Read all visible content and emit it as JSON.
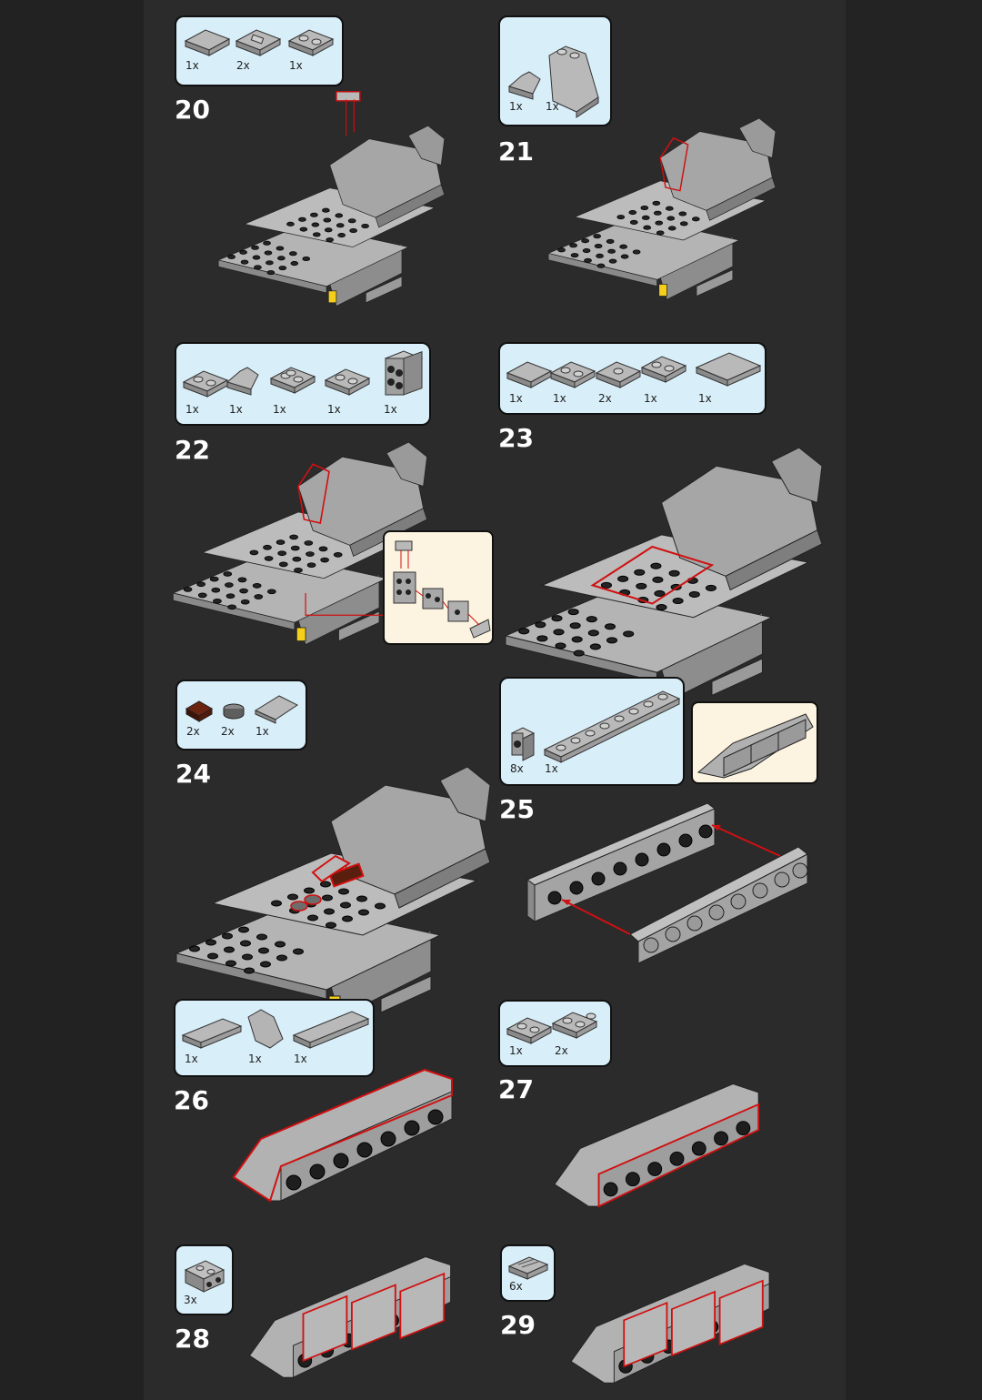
{
  "steps": [
    {
      "number": "20",
      "parts": [
        "1x",
        "2x",
        "1x"
      ]
    },
    {
      "number": "21",
      "parts": [
        "1x",
        "1x"
      ]
    },
    {
      "number": "22",
      "parts": [
        "1x",
        "1x",
        "1x",
        "1x",
        "1x"
      ]
    },
    {
      "number": "23",
      "parts": [
        "1x",
        "1x",
        "2x",
        "1x",
        "1x"
      ]
    },
    {
      "number": "24",
      "parts": [
        "2x",
        "2x",
        "1x"
      ]
    },
    {
      "number": "25",
      "parts": [
        "8x",
        "1x"
      ]
    },
    {
      "number": "26",
      "parts": [
        "1x",
        "1x",
        "1x"
      ]
    },
    {
      "number": "27",
      "parts": [
        "1x",
        "2x"
      ]
    },
    {
      "number": "28",
      "parts": [
        "3x"
      ]
    },
    {
      "number": "29",
      "parts": [
        "6x"
      ]
    }
  ],
  "colors": {
    "background": "#2b2b2b",
    "parts_box": "#d8eef8",
    "sub_box": "#fcf3e0",
    "brick_gray": "#a8a8a8",
    "highlight_red": "#e0201c",
    "accent_yellow": "#f5cf1a",
    "brown": "#5a1e0e"
  }
}
